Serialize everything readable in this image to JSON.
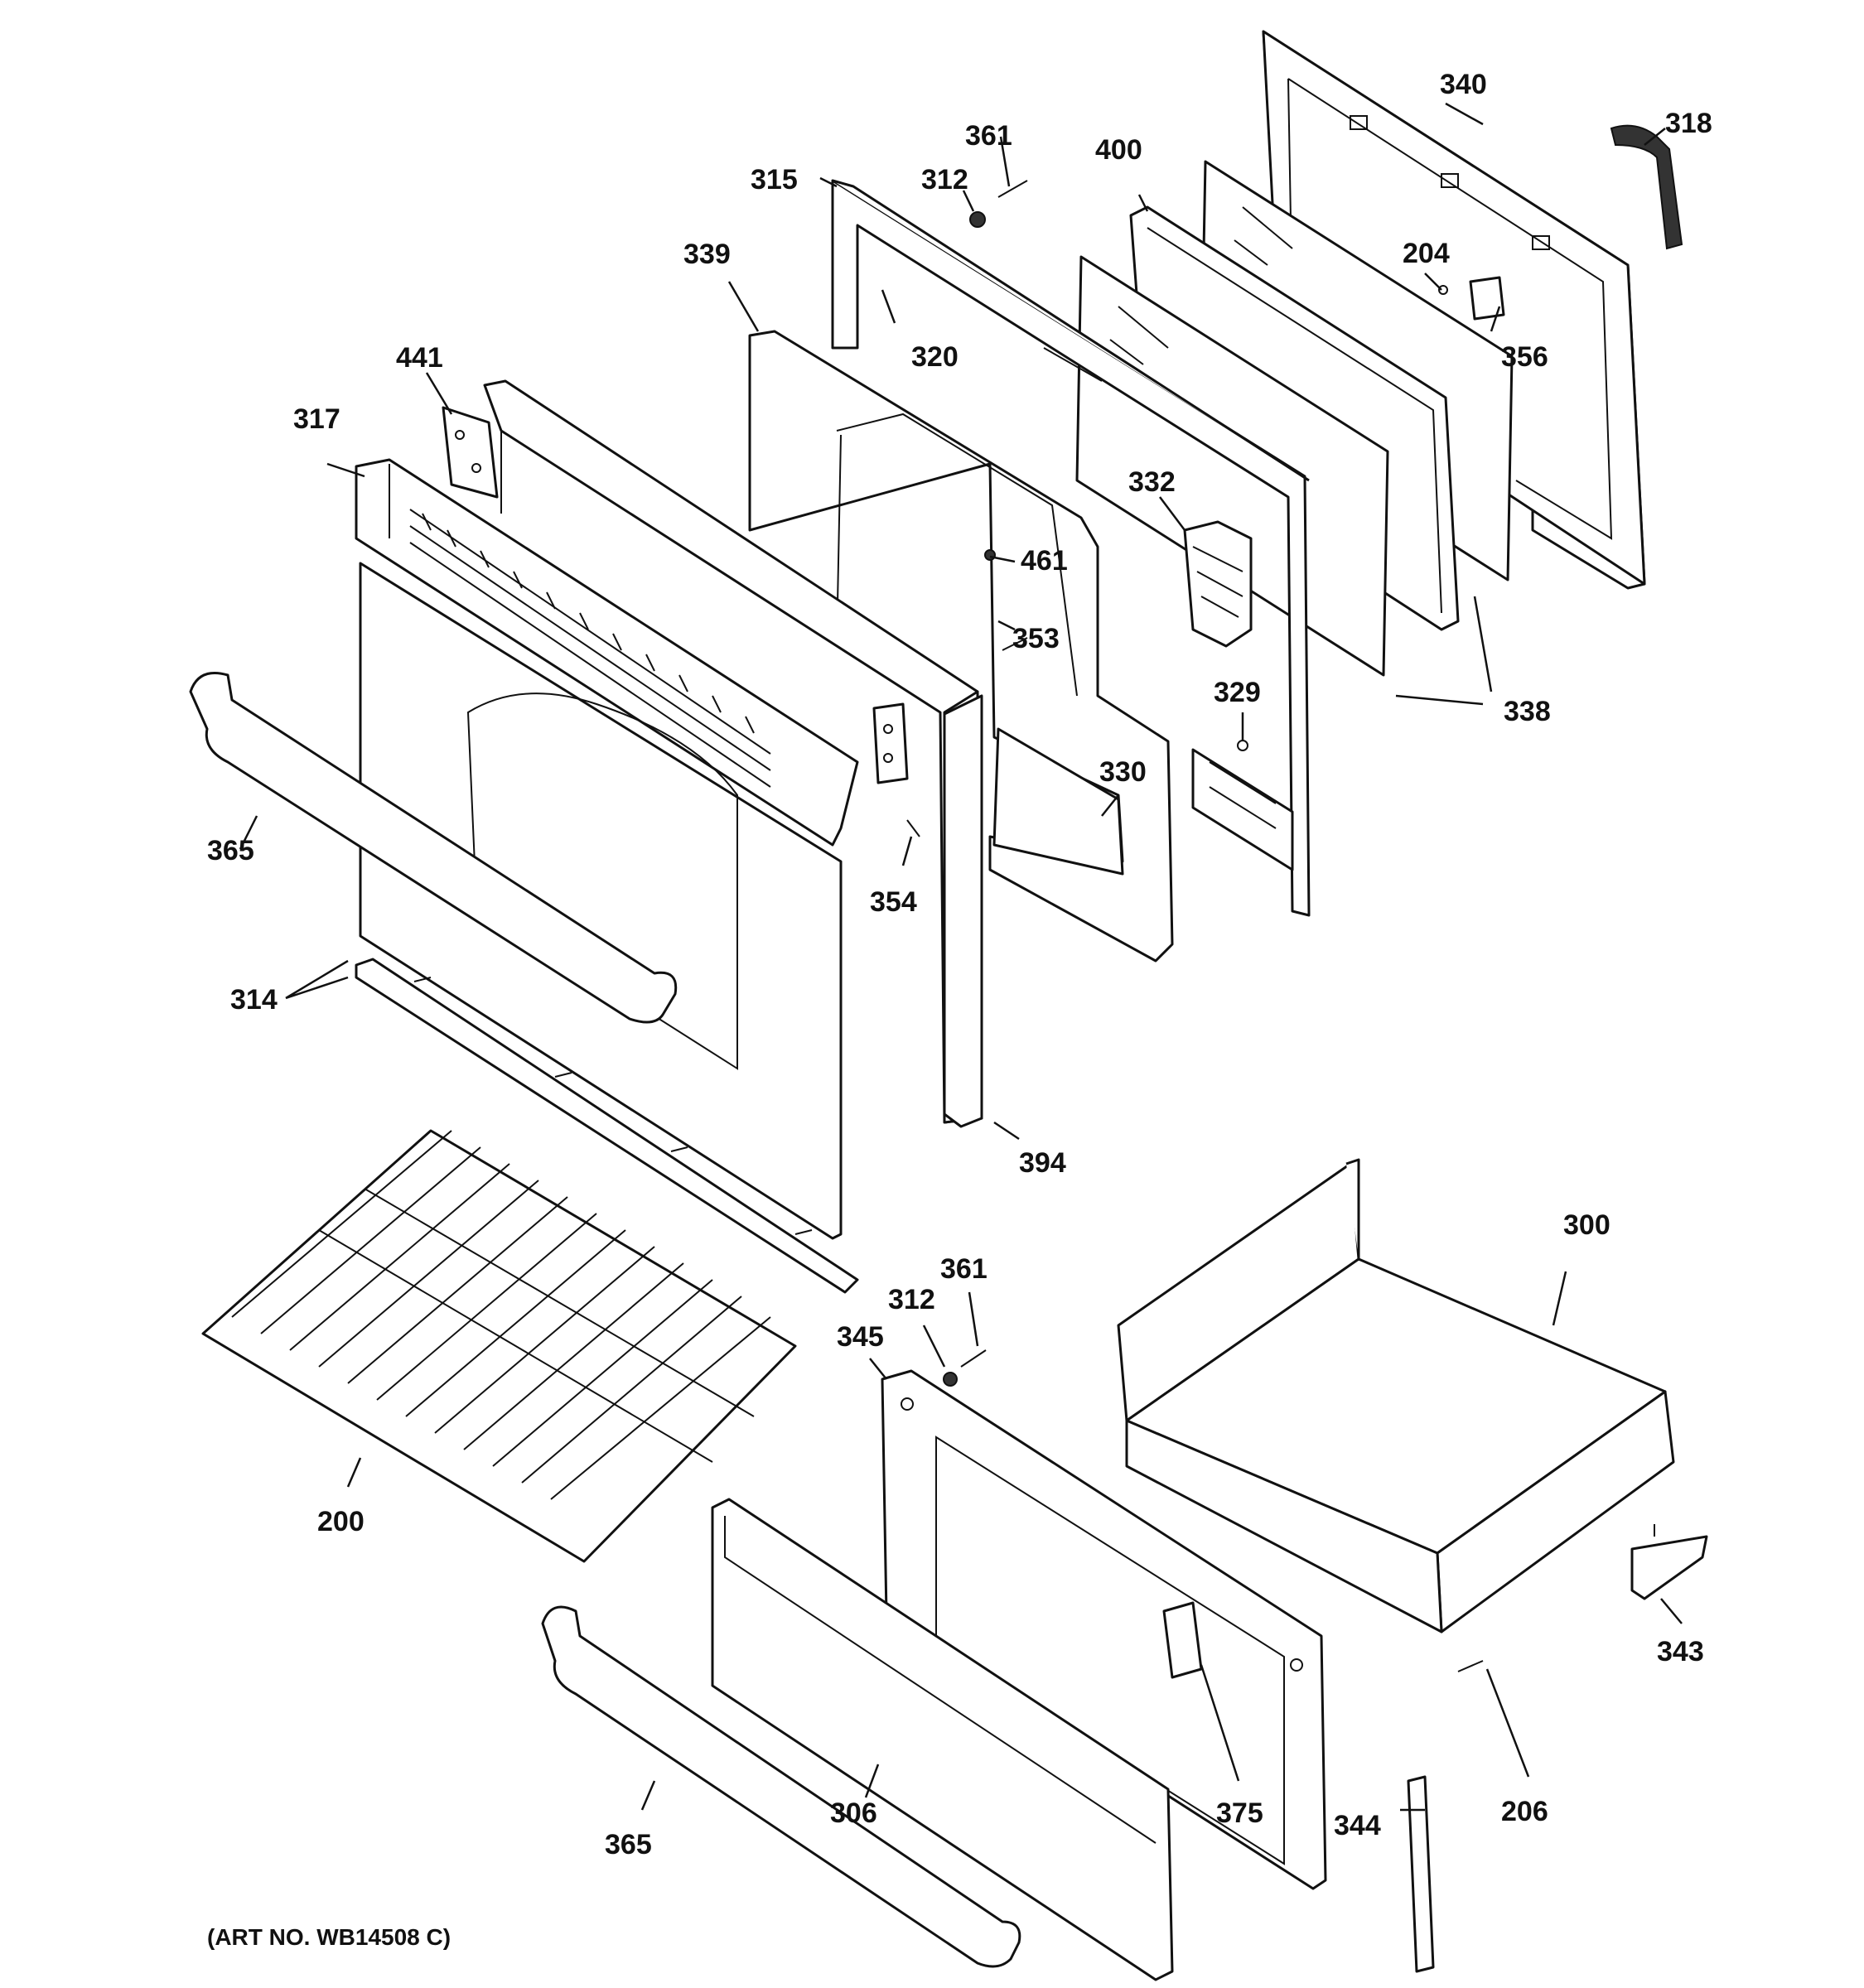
{
  "diagram": {
    "art_number": "(ART NO. WB14508 C)",
    "labels": {
      "l340": "340",
      "l318": "318",
      "l361a": "361",
      "l400": "400",
      "l312a": "312",
      "l315": "315",
      "l339": "339",
      "l204": "204",
      "l356": "356",
      "l320": "320",
      "l441": "441",
      "l317": "317",
      "l332": "332",
      "l461": "461",
      "l353": "353",
      "l329": "329",
      "l338": "338",
      "l330": "330",
      "l365a": "365",
      "l354": "354",
      "l314": "314",
      "l394": "394",
      "l300": "300",
      "l361b": "361",
      "l312b": "312",
      "l345": "345",
      "l200": "200",
      "l343": "343",
      "l375": "375",
      "l306": "306",
      "l206": "206",
      "l344": "344",
      "l365b": "365"
    }
  }
}
